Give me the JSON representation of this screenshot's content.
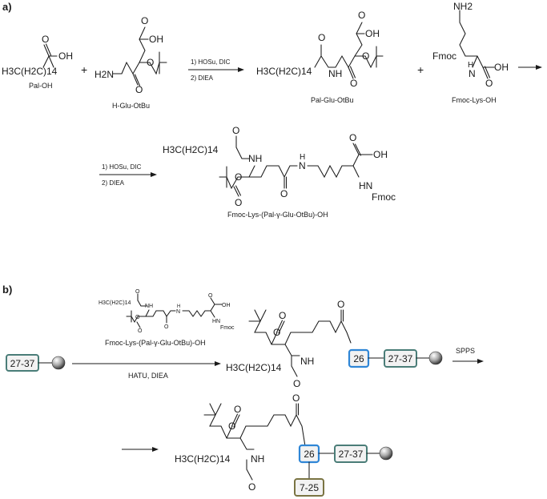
{
  "part_a": {
    "label": "a)",
    "pal_oh": {
      "chain": "H3C(H2C)14",
      "oh": "OH",
      "name": "Pal-OH"
    },
    "plus_1": "+",
    "h_glu": {
      "cooh": "OH",
      "amine": "H2N",
      "name": "H-Glu-OtBu"
    },
    "arrow_1": {
      "step1": "1) HOSu, DIC",
      "step2": "2) DIEA"
    },
    "pal_glu": {
      "chain": "H3C(H2C)14",
      "nh": "NH",
      "cooh": "OH",
      "name": "Pal-Glu-OtBu"
    },
    "plus_2": "+",
    "fmoc_lys": {
      "amine": "NH2",
      "fmoc": "Fmoc",
      "nh": "N",
      "h": "H",
      "cooh": "OH",
      "name": "Fmoc-Lys-OH"
    },
    "arrow_2": {
      "step1": "1) HOSu, DIC",
      "step2": "2) DIEA"
    },
    "product": {
      "chain": "H3C(H2C)14",
      "nh_top": "NH",
      "n_mid": "N",
      "h_mid": "H",
      "cooh": "OH",
      "nh_fmoc": "HN",
      "fmoc": "Fmoc",
      "name": "Fmoc-Lys-(Pal-γ-Glu-OtBu)-OH"
    }
  },
  "part_b": {
    "label": "b)",
    "resin_start": {
      "segment": "27-37"
    },
    "reagent": {
      "chain": "H3C(H2C)14",
      "nh_top": "NH",
      "n_mid": "N",
      "h_mid": "H",
      "cooh": "OH",
      "nh_fmoc": "HN",
      "fmoc": "Fmoc",
      "name": "Fmoc-Lys-(Pal-γ-Glu-OtBu)-OH",
      "conditions": "HATU, DIEA"
    },
    "intermediate": {
      "chain": "H3C(H2C)14",
      "nh": "NH",
      "residue": "26",
      "segment": "27-37"
    },
    "sppS_arrow": "SPPS",
    "final": {
      "chain": "H3C(H2C)14",
      "nh": "NH",
      "residue": "26",
      "segment_right": "27-37",
      "segment_below": "7-25"
    }
  },
  "colors": {
    "teal_box": "#4a7d78",
    "blue_box": "#2f86d6",
    "olive_box": "#7a7443",
    "box_fill": "#f2f2f2",
    "ink": "#1a1a1a"
  }
}
